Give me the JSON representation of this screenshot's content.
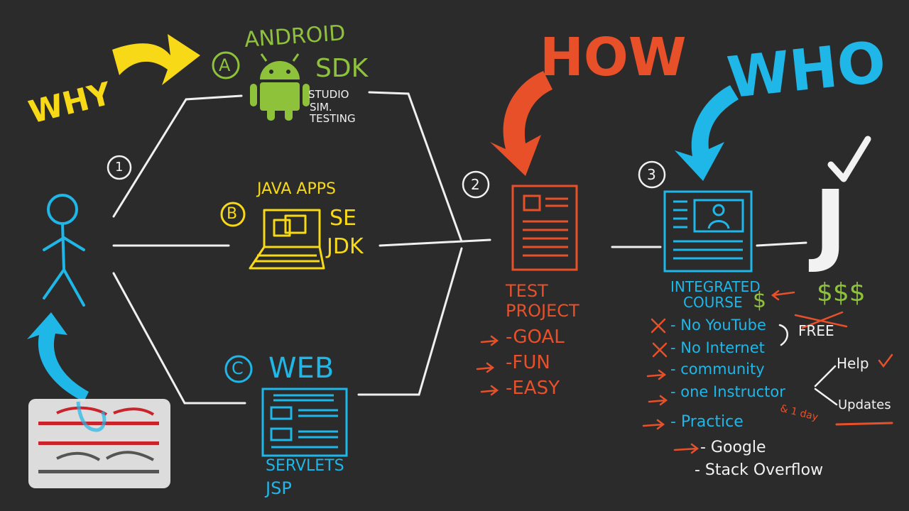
{
  "labels": {
    "why": "WHY",
    "how": "HOW",
    "who": "WHO",
    "step1": "1",
    "step2": "2",
    "step3": "3",
    "optA": "A",
    "optB": "B",
    "optC": "C",
    "android": "ANDROID",
    "sdk": "SDK",
    "studio": "STUDIO",
    "sim": "SIM.",
    "testing": "TESTING",
    "java_apps": "JAVA APPS",
    "se": "SE",
    "jdk": "JDK",
    "web": "WEB",
    "servlets": "SERVLETS",
    "jsp": "JSP",
    "test_project_1": "TEST",
    "test_project_2": "PROJECT",
    "goal": "-GOAL",
    "fun": "-FUN",
    "easy": "-EASY",
    "integrated_1": "INTEGRATED",
    "integrated_2": "COURSE",
    "dollar": "$",
    "dollars": "$$$",
    "j_letter": "J",
    "no_youtube": "- No YouTube",
    "no_internet": "- No Internet",
    "free": "FREE",
    "community": "- community",
    "one_instructor": "- one Instructor",
    "help": "Help",
    "updates": "Updates",
    "practice": "- Practice",
    "practice_note": "& 1 day",
    "google": "- Google",
    "stack_overflow": "- Stack Overflow"
  },
  "colors": {
    "yellow": "#f7d917",
    "green": "#8fc23b",
    "orange": "#e8502a",
    "blue": "#1fb6e8",
    "white": "#f2f2f2",
    "background": "#2b2b2b"
  },
  "icons": [
    "android-robot-icon",
    "laptop-icon",
    "web-page-icon",
    "document-icon",
    "resume-icon",
    "stick-figure-icon",
    "checkmark-icon"
  ]
}
